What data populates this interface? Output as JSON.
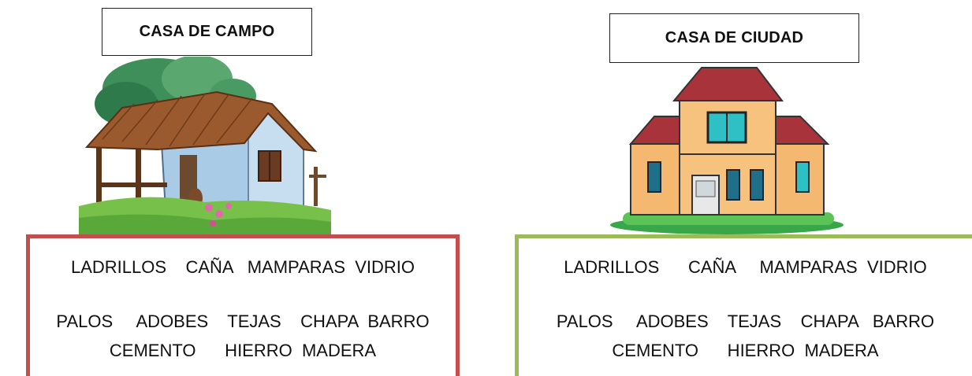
{
  "left": {
    "title": "CASA DE CAMPO",
    "line1": "LADRILLOS    CAÑA   MAMPARAS  VIDRIO",
    "line2": "PALOS     ADOBES    TEJAS    CHAPA  BARRO",
    "line3": "CEMENTO      HIERRO  MADERA",
    "border_color": "#c0504d"
  },
  "right": {
    "title": "CASA DE CIUDAD",
    "line1": "LADRILLOS      CAÑA     MAMPARAS  VIDRIO",
    "line2": "PALOS     ADOBES    TEJAS    CHAPA   BARRO",
    "line3": "CEMENTO      HIERRO  MADERA",
    "border_color": "#9bbb59"
  },
  "icons": {
    "left_image": "country-house-illustration",
    "right_image": "city-house-illustration"
  }
}
